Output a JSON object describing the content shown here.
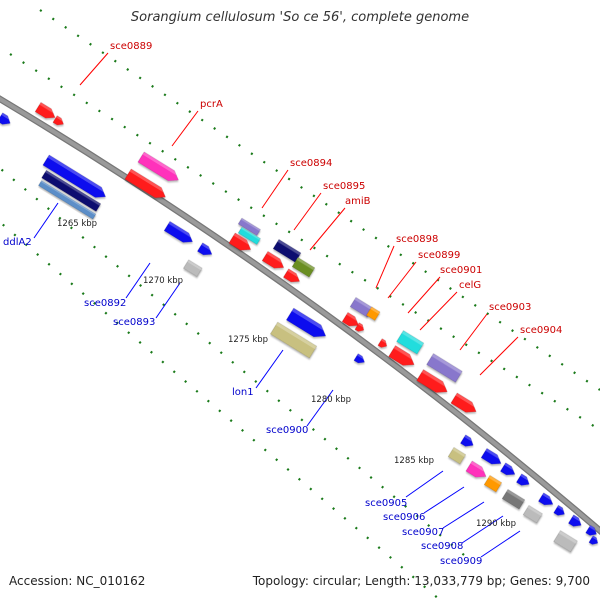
{
  "title": "Sorangium cellulosum 'So ce 56', complete genome",
  "footer": {
    "accession": "Accession: NC_010162",
    "summary": "Topology: circular; Length: 13,033,779 bp; Genes: 9,700"
  },
  "colors": {
    "forward_label": "#cc0000",
    "reverse_label": "#0000cc",
    "leader_forward": "#ff0000",
    "leader_reverse": "#0000ff",
    "backbone": "#9a9a9a",
    "dots": "#1a7a1a",
    "red": "#ff1a1a",
    "blue": "#1010ee",
    "navy": "#101070",
    "steel": "#5b8ec8",
    "pink": "#ff33bb",
    "lavender": "#8877cc",
    "cyan": "#22dddd",
    "olive": "#6b8e23",
    "khaki": "#c8c080",
    "orange": "#ff9900",
    "grey": "#bbbbbb",
    "darkgrey": "#777777"
  },
  "ticks": [
    "1265 kbp",
    "1270 kbp",
    "1275 kbp",
    "1280 kbp",
    "1285 kbp",
    "1290 kbp"
  ],
  "forward_labels": [
    "sce0889",
    "pcrA",
    "sce0894",
    "sce0895",
    "amiB",
    "sce0898",
    "sce0899",
    "sce0901",
    "celG",
    "sce0903",
    "sce0904"
  ],
  "reverse_labels": [
    "ddlA2",
    "sce0892",
    "sce0893",
    "lon1",
    "sce0900",
    "sce0905",
    "sce0906",
    "sce0907",
    "sce0908",
    "sce0909"
  ]
}
